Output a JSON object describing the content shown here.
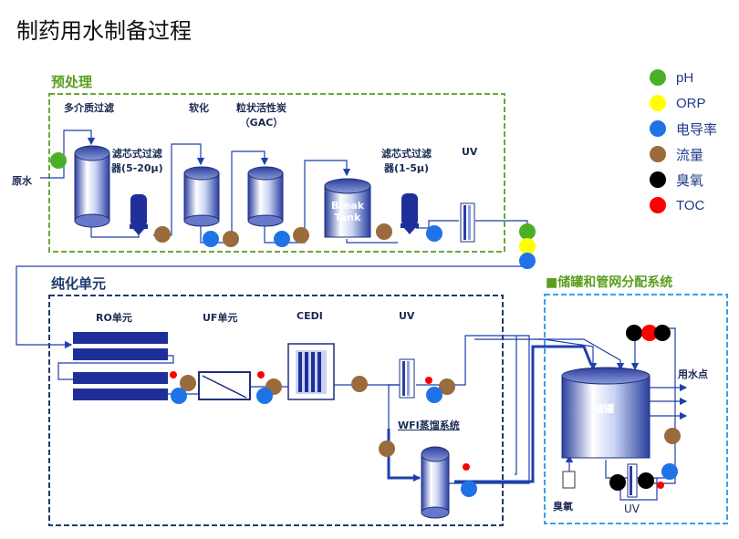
{
  "title": "制药用水制备过程",
  "sections": {
    "pretreatment": "预处理",
    "purification": "纯化单元",
    "storage": "■储罐和管网分配系统"
  },
  "labels": {
    "raw_water": "原水",
    "multimedia_filter": "多介质过滤",
    "cartridge_filter_1": "滤芯式过滤",
    "cartridge_filter_1_spec": "器(5-20μ)",
    "softening": "软化",
    "gac_1": "粒状活性炭",
    "gac_2": "（GAC）",
    "break_tank_1": "Break",
    "break_tank_2": "Tank",
    "cartridge_filter_2": "滤芯式过滤",
    "cartridge_filter_2_spec": "器(1-5μ)",
    "uv_pre": "UV",
    "ro": "RO单元",
    "uf": "UF单元",
    "cedi": "CEDI",
    "uv_pur": "UV",
    "wfi": "WFI蒸馏系统",
    "tank": "储罐",
    "use_point": "用水点",
    "ozone": "臭氧",
    "uv_store": "UV"
  },
  "legend": [
    {
      "label": "pH",
      "color": "#4caf28"
    },
    {
      "label": "ORP",
      "color": "#ffff00"
    },
    {
      "label": "电导率",
      "color": "#1e74e6"
    },
    {
      "label": "流量",
      "color": "#9a6b3c"
    },
    {
      "label": "臭氧",
      "color": "#000000"
    },
    {
      "label": "TOC",
      "color": "#ff0000"
    }
  ],
  "colors": {
    "line": "#1f3fae",
    "green_border": "#6aa83a",
    "blue_border": "#1f3a6e",
    "light_blue_border": "#3ba0e6"
  }
}
